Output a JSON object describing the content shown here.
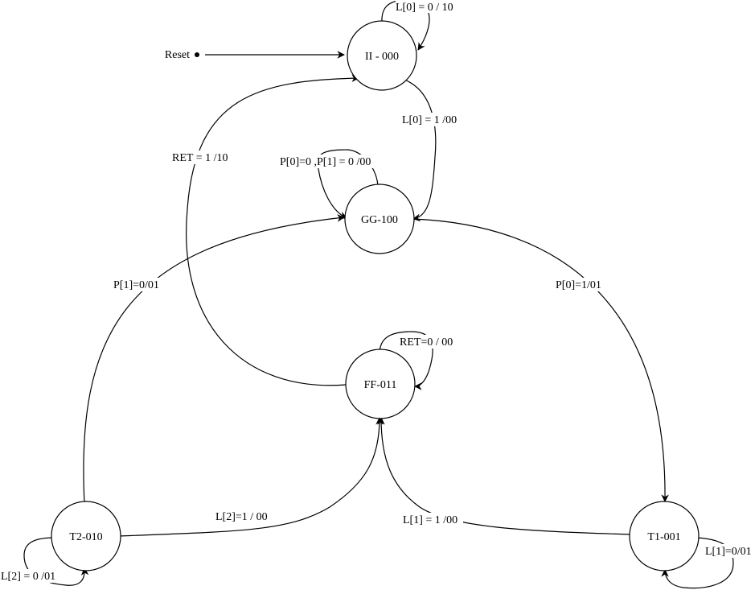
{
  "reset_label": "Reset",
  "states": {
    "ii": "II - 000",
    "gg": "GG-100",
    "ff": "FF-011",
    "t2": "T2-010",
    "t1": "T1-001"
  },
  "transitions": {
    "ii_self": "L[0] = 0 / 10",
    "ii_to_gg": "L[0] = 1 /00",
    "ff_to_ii": "RET = 1 /10",
    "gg_self": "P[0]=0 ,P[1] = 0 /00",
    "t2_to_gg": "P[1]=0/01",
    "gg_to_t1": "P[0]=1/01",
    "ff_self": "RET=0 / 00",
    "t2_to_ff": "L[2]=1 / 00",
    "t1_to_ff": "L[1] = 1 /00",
    "t2_self": "L[2] = 0 /01",
    "t1_self": "L[1]=0/01"
  }
}
